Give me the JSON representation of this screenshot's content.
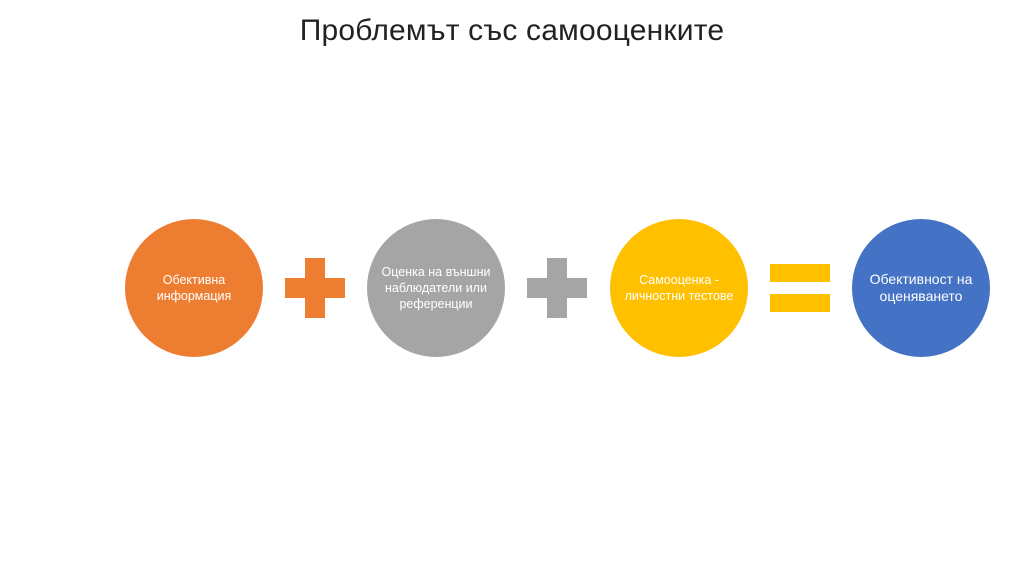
{
  "title": "Проблемът със самооценките",
  "steps": [
    {
      "label": "Обективна информация",
      "color": "#ED7D31"
    },
    {
      "label": "Оценка на външни наблюдатели или референции",
      "color": "#A5A5A5"
    },
    {
      "label": "Самооценка - личностни тестове",
      "color": "#FFC000"
    },
    {
      "label": "Обективност на оценяването",
      "color": "#4472C4"
    }
  ],
  "operators": [
    {
      "icon": "plus-icon",
      "color": "#ED7D31"
    },
    {
      "icon": "plus-icon",
      "color": "#A5A5A5"
    },
    {
      "icon": "equals-icon",
      "color": "#FFC000"
    }
  ]
}
